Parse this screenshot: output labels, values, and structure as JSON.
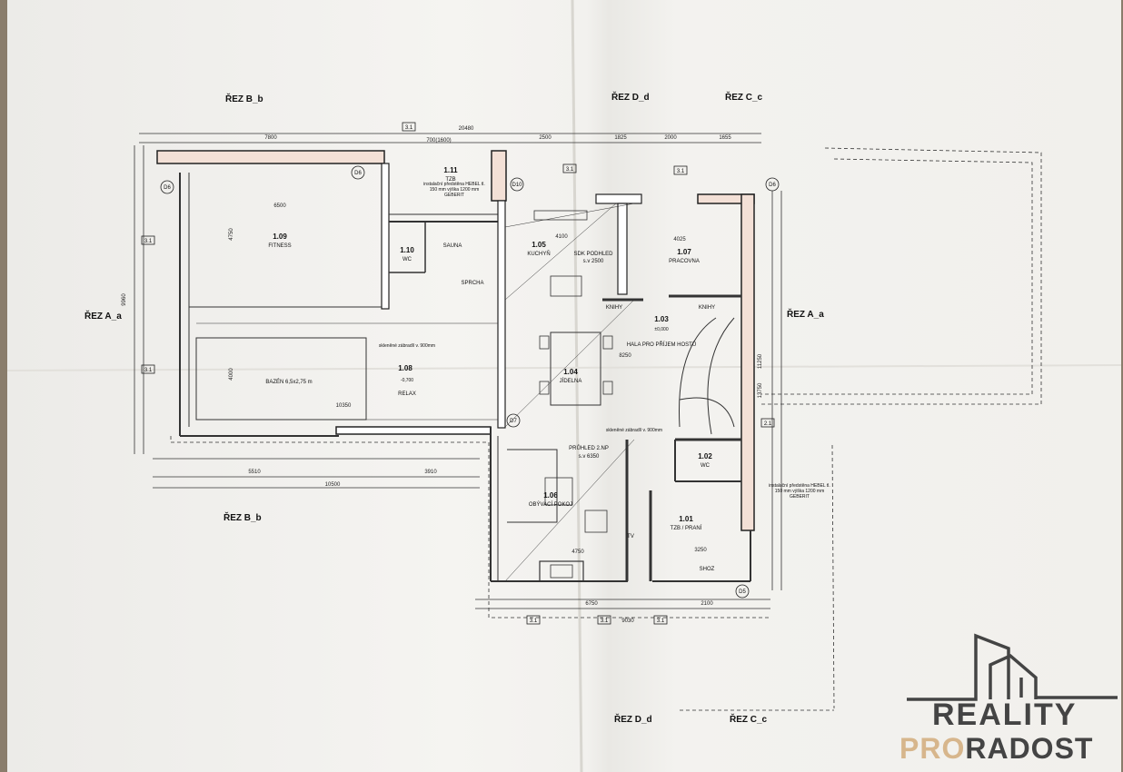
{
  "sections": {
    "rez_b_top": "ŘEZ B_b",
    "rez_d_top": "ŘEZ D_d",
    "rez_c_top": "ŘEZ C_c",
    "rez_a_left": "ŘEZ A_a",
    "rez_a_right": "ŘEZ A_a",
    "rez_b_bottom": "ŘEZ B_b",
    "rez_d_bottom": "ŘEZ D_d",
    "rez_c_bottom": "ŘEZ C_c"
  },
  "rooms": [
    {
      "num": "1.09",
      "name": "FITNESS"
    },
    {
      "num": "1.10",
      "name": "WC"
    },
    {
      "num": "1.11",
      "name": "TZB"
    },
    {
      "num": "1.05",
      "name": "KUCHYŇ"
    },
    {
      "num": "1.07",
      "name": "PRACOVNA"
    },
    {
      "num": "1.08",
      "name": "BAZÉN 6,5x2,75 m"
    },
    {
      "num": "1.04",
      "name": "JÍDELNA"
    },
    {
      "num": "1.03",
      "name": "HALA PRO PŘÍJEM HOSTŮ"
    },
    {
      "num": "1.06",
      "name": "OBÝVACÍ POKOJ"
    },
    {
      "num": "1.02",
      "name": "WC"
    },
    {
      "num": "1.01",
      "name": "TZB / PRANÍ"
    }
  ],
  "labels": {
    "sauna": "SAUNA",
    "sprcha": "SPRCHA",
    "relax": "RELAX",
    "knihy1": "KNIHY",
    "knihy2": "KNIHY",
    "tv": "TV",
    "shoz": "SHOZ",
    "sdk": "SDK PODHLED",
    "sdk_level": "s.v 2500",
    "pruhled": "PRŮHLED 2.NP",
    "pruhled_level": "s.v 6350",
    "zabradli1": "skleněné zábradlí v. 900mm",
    "zabradli2": "skleněné zábradlí v. 900mm",
    "hebel_top": "instalační předstěna HEBEL tl. 150 mm výška 1200 mm GEBERIT",
    "hebel_right": "instalační předstěna HEBEL tl. 150 mm výška 1200 mm GEBERIT",
    "relax_level": "-0,700",
    "hala_level": "±0,000"
  },
  "dims": {
    "top_total": "20480",
    "top_a": "7800",
    "top_b": "700(1600)",
    "top_c": "2500",
    "top_d": "1825",
    "top_e": "2000",
    "top_f": "1655",
    "left_total": "9960",
    "left_a": "4750",
    "left_b": "4000",
    "bottom_a": "10500",
    "bottom_b": "5510",
    "bottom_c": "3910",
    "bottom_d": "6750",
    "bottom_e": "2100",
    "bottom_f": "9030",
    "right_a": "11250",
    "right_b": "13750",
    "inner_a": "6500",
    "inner_b": "8250",
    "inner_c": "4025",
    "inner_d": "4100",
    "inner_e": "10350",
    "inner_f": "4750",
    "inner_g": "3250"
  },
  "marks": {
    "d6_a": "D6",
    "d6_b": "D6",
    "d6_c": "D6",
    "d10": "D10",
    "d7": "D7",
    "d5": "D5",
    "grid": "3.1",
    "grid2": "2.1"
  },
  "logo": {
    "line1": "REALITY",
    "line2_a": "PRO",
    "line2_b": "RADOST"
  }
}
